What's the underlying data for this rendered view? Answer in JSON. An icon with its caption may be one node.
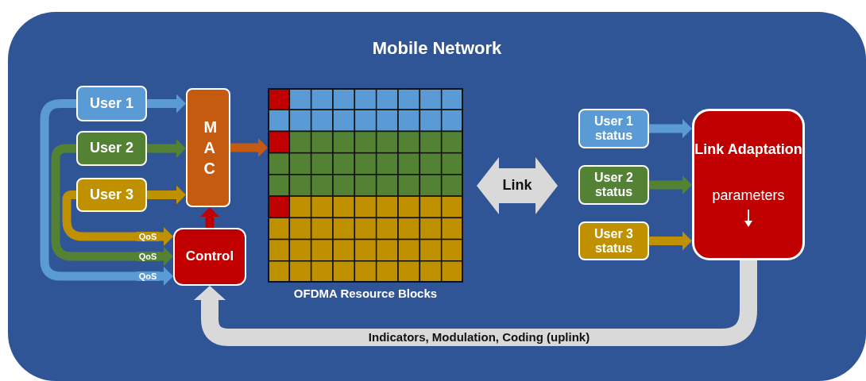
{
  "diagram": {
    "nodes": [
      {
        "text": [
          "Mobile Network"
        ]
      },
      {
        "text": [
          "User 1"
        ],
        "in": 0
      },
      {
        "text": [
          "User 2"
        ],
        "in": 0
      },
      {
        "text": [
          "User 3"
        ],
        "in": 0
      },
      {
        "text": [
          "MAC"
        ],
        "in": 0
      },
      {
        "text": [
          "Control"
        ],
        "in": 0
      },
      {
        "text": [
          "OFDMA Resource Blocks"
        ],
        "in": 0
      },
      {
        "text": [
          "Link"
        ],
        "in": 0
      },
      {
        "text": [
          "User 1 status"
        ],
        "in": 0
      },
      {
        "text": [
          "User 2 status"
        ],
        "in": 0
      },
      {
        "text": [
          "User 3 status"
        ],
        "in": 0
      },
      {
        "text": [
          "Link Adaptation",
          "parameters"
        ],
        "in": 0
      }
    ],
    "edges": [
      {
        "from": 1,
        "to": 4,
        "arrow": "to",
        "color": "#5b9bd5"
      },
      {
        "from": 2,
        "to": 4,
        "arrow": "to",
        "color": "#548235"
      },
      {
        "from": 3,
        "to": 4,
        "arrow": "to",
        "color": "#bf9000"
      },
      {
        "from": 4,
        "to": 6,
        "arrow": "to",
        "color": "#c55a11"
      },
      {
        "from": 5,
        "to": 4,
        "arrow": "to",
        "color": "#c00000"
      },
      {
        "from": 1,
        "to": 5,
        "arrow": "to",
        "label": "QoS",
        "color": "#5b9bd5"
      },
      {
        "from": 2,
        "to": 5,
        "arrow": "to",
        "label": "QoS",
        "color": "#548235"
      },
      {
        "from": 3,
        "to": 5,
        "arrow": "to",
        "label": "QoS",
        "color": "#bf9000"
      },
      {
        "from": 8,
        "to": 11,
        "arrow": "to",
        "color": "#5b9bd5"
      },
      {
        "from": 9,
        "to": 11,
        "arrow": "to",
        "color": "#548235"
      },
      {
        "from": 10,
        "to": 11,
        "arrow": "to",
        "color": "#bf9000"
      },
      {
        "from": 11,
        "to": 5,
        "arrow": "to",
        "label": "Indicators, Modulation, Coding (uplink)",
        "style": "thick",
        "color": "#d9d9d9"
      }
    ]
  }
}
